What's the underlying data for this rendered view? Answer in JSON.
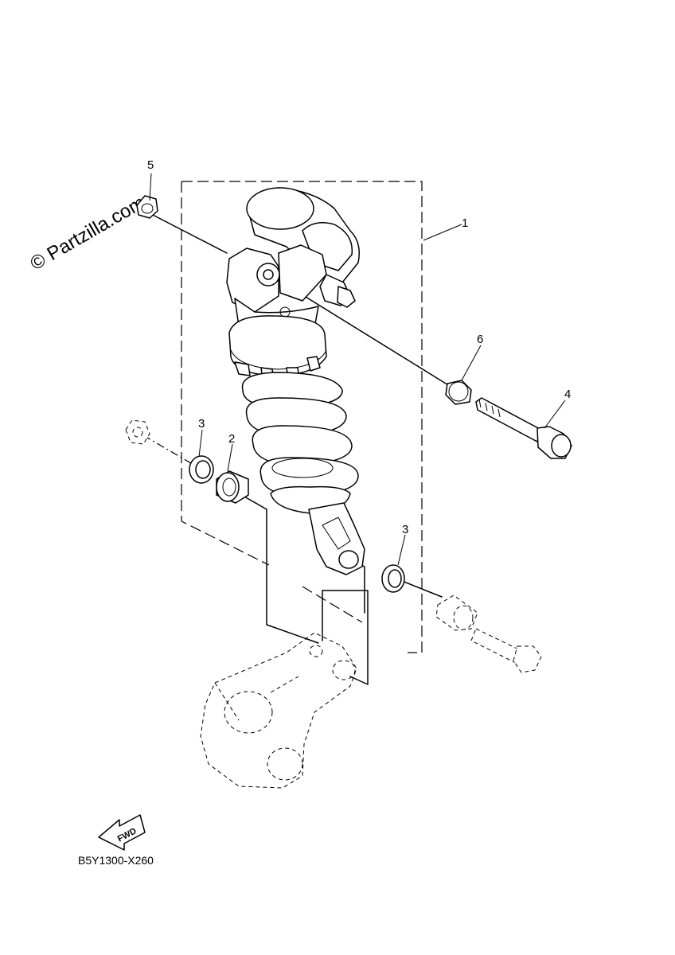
{
  "watermark": "© Partzilla.com",
  "diagram_code": "B5Y1300-X260",
  "fwd_label": "FWD",
  "callouts": {
    "rear_shock_absorber": "1",
    "bearing": "2",
    "oil_seal_left": "3",
    "oil_seal_right": "3",
    "bolt": "4",
    "nut": "5",
    "collar": "6"
  }
}
